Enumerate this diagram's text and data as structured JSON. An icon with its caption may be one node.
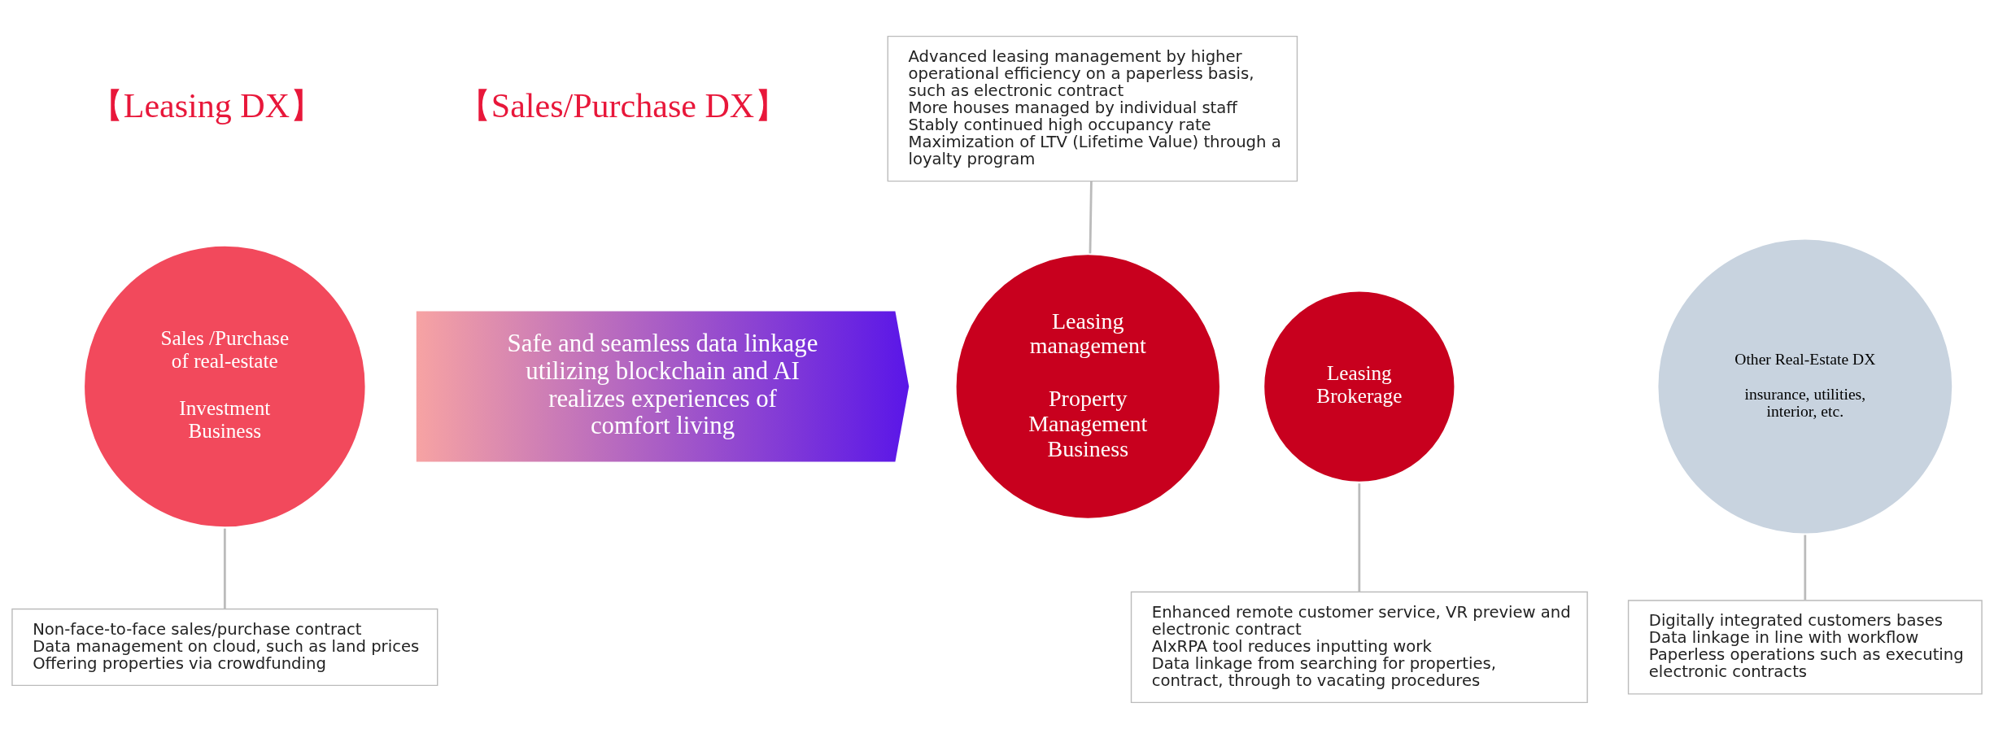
{
  "diagram": {
    "nodes": [
      {
        "text": [
          "Safe and seamless data linkage utilizing blockchain and AI realizes experiences of comfort living"
        ]
      },
      {
        "text": [
          "Sales /Purchase of real-estate",
          "Investment Business"
        ]
      },
      {
        "text": [
          "Leasing management",
          "Property Management Business"
        ]
      },
      {
        "text": [
          "Leasing Brokerage"
        ]
      },
      {
        "text": [
          "Other Real-Estate DX",
          "insurance, utilities, interior, etc."
        ]
      },
      {
        "text": [
          "Advanced leasing management by higher operational efficiency on a paperless basis, such as electronic contract",
          "More houses managed by individual staff",
          "Stably continued high occupancy rate",
          "Maximization of LTV (Lifetime Value) through a loyalty program"
        ]
      },
      {
        "text": [
          "Non-face-to-face sales/purchase contract",
          "Data management on cloud, such as land prices",
          "Offering properties via crowdfunding"
        ]
      },
      {
        "text": [
          "Enhanced remote customer service, VR preview and electronic contract",
          "AIxRPA tool reduces inputting work",
          "Data linkage from searching for properties, contract, through to vacating procedures"
        ]
      },
      {
        "text": [
          "Digitally integrated customers bases",
          "Data linkage in line with workflow",
          "Paperless operations such as executing electronic contracts"
        ]
      }
    ],
    "edges": [
      {
        "from": 2,
        "to": 5,
        "arrow": "none"
      },
      {
        "from": 1,
        "to": 6,
        "arrow": "none"
      },
      {
        "from": 3,
        "to": 7,
        "arrow": "none"
      },
      {
        "from": 4,
        "to": 8,
        "arrow": "none"
      }
    ],
    "labels": [
      "【Leasing DX】",
      "【Sales/Purchase DX】"
    ]
  }
}
